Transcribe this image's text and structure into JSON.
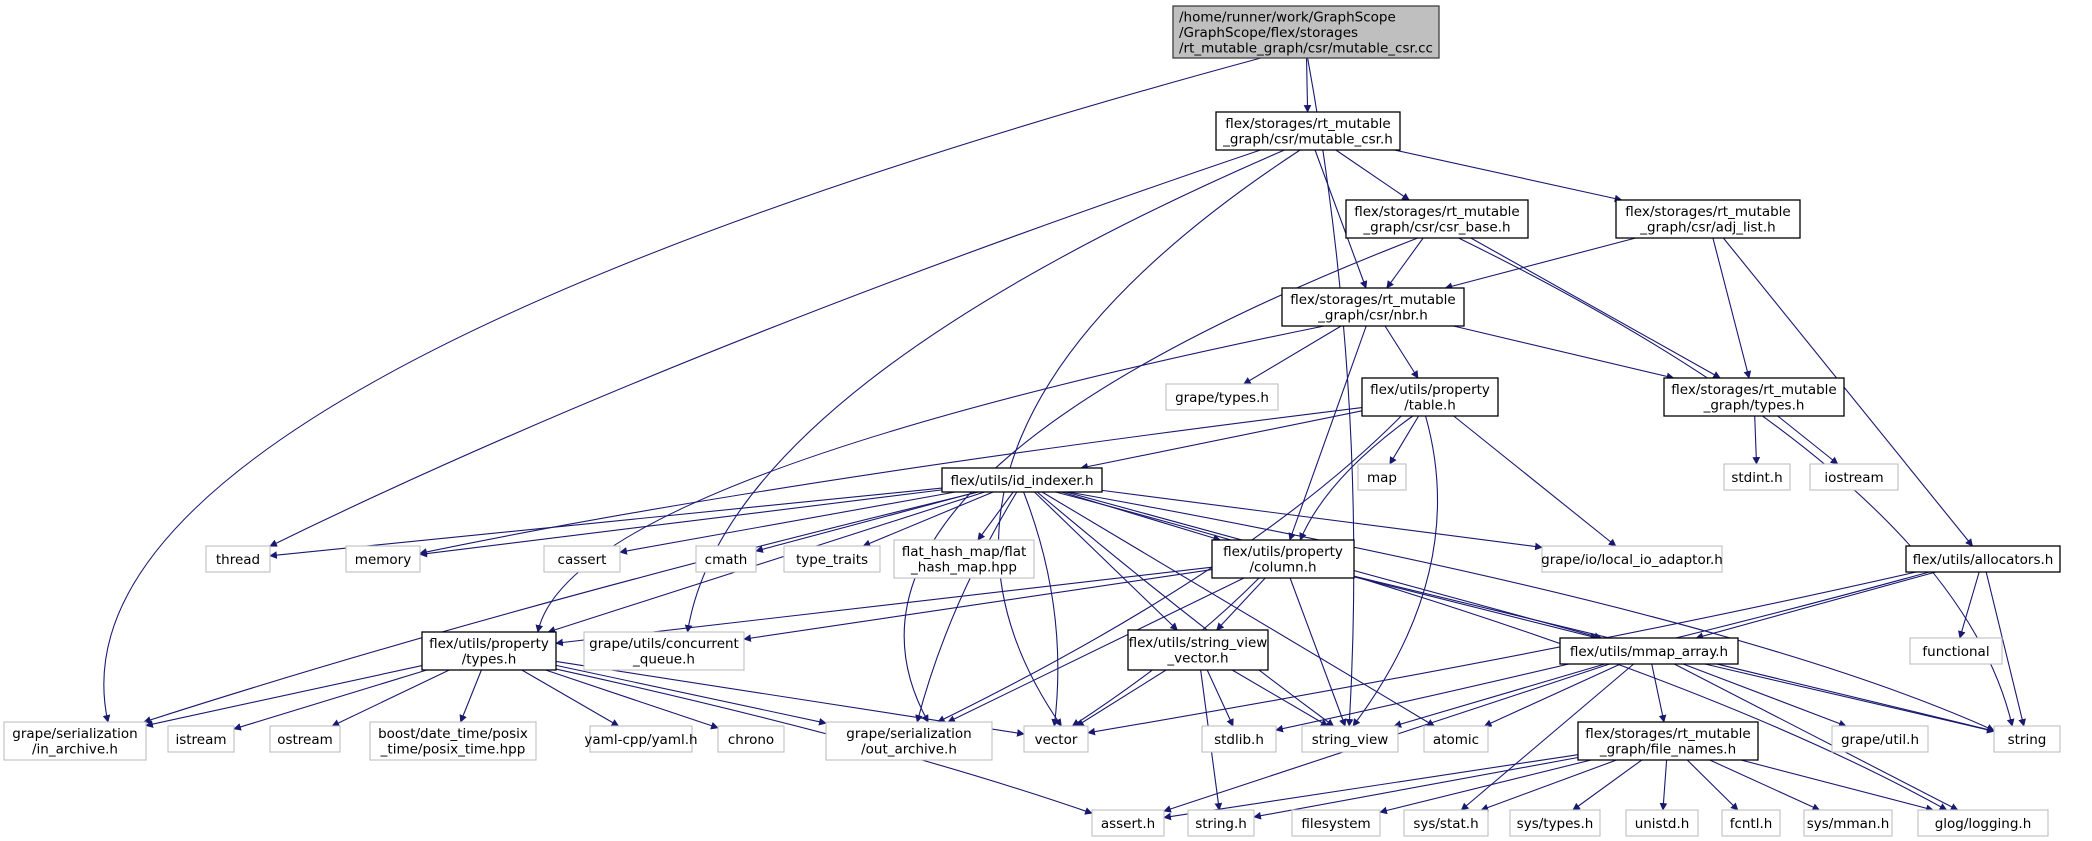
{
  "nodes": {
    "root": [
      "/home/runner/work/GraphScope",
      "/GraphScope/flex/storages",
      "/rt_mutable_graph/csr/mutable_csr.cc"
    ],
    "mutable_csr_h": [
      "flex/storages/rt_mutable",
      "_graph/csr/mutable_csr.h"
    ],
    "csr_base": [
      "flex/storages/rt_mutable",
      "_graph/csr/csr_base.h"
    ],
    "adj_list": [
      "flex/storages/rt_mutable",
      "_graph/csr/adj_list.h"
    ],
    "nbr": [
      "flex/storages/rt_mutable",
      "_graph/csr/nbr.h"
    ],
    "grape_types": [
      "grape/types.h"
    ],
    "prop_table": [
      "flex/utils/property",
      "/table.h"
    ],
    "rtm_types": [
      "flex/storages/rt_mutable",
      "_graph/types.h"
    ],
    "stdint": [
      "stdint.h"
    ],
    "iostream": [
      "iostream"
    ],
    "map": [
      "map"
    ],
    "id_indexer": [
      "flex/utils/id_indexer.h"
    ],
    "thread": [
      "thread"
    ],
    "memory": [
      "memory"
    ],
    "cassert": [
      "cassert"
    ],
    "cmath": [
      "cmath"
    ],
    "type_traits": [
      "type_traits"
    ],
    "flat_hash_map": [
      "flat_hash_map/flat",
      "_hash_map.hpp"
    ],
    "prop_column": [
      "flex/utils/property",
      "/column.h"
    ],
    "local_io": [
      "grape/io/local_io_adaptor.h"
    ],
    "allocators": [
      "flex/utils/allocators.h"
    ],
    "functional": [
      "functional"
    ],
    "prop_types": [
      "flex/utils/property",
      "/types.h"
    ],
    "concurrent_queue": [
      "grape/utils/concurrent",
      "_queue.h"
    ],
    "string_view_vector": [
      "flex/utils/string_view",
      "_vector.h"
    ],
    "mmap_array": [
      "flex/utils/mmap_array.h"
    ],
    "in_archive": [
      "grape/serialization",
      "/in_archive.h"
    ],
    "istream": [
      "istream"
    ],
    "ostream": [
      "ostream"
    ],
    "boost_posix": [
      "boost/date_time/posix",
      "_time/posix_time.hpp"
    ],
    "yaml": [
      "yaml-cpp/yaml.h"
    ],
    "chrono": [
      "chrono"
    ],
    "out_archive": [
      "grape/serialization",
      "/out_archive.h"
    ],
    "vector": [
      "vector"
    ],
    "stdlib": [
      "stdlib.h"
    ],
    "string_view": [
      "string_view"
    ],
    "atomic": [
      "atomic"
    ],
    "file_names": [
      "flex/storages/rt_mutable",
      "_graph/file_names.h"
    ],
    "grape_util": [
      "grape/util.h"
    ],
    "string": [
      "string"
    ],
    "assert": [
      "assert.h"
    ],
    "string_h": [
      "string.h"
    ],
    "filesystem": [
      "filesystem"
    ],
    "sys_stat": [
      "sys/stat.h"
    ],
    "sys_types": [
      "sys/types.h"
    ],
    "unistd": [
      "unistd.h"
    ],
    "fcntl": [
      "fcntl.h"
    ],
    "sys_mman": [
      "sys/mman.h"
    ],
    "glog": [
      "glog/logging.h"
    ]
  },
  "colors": {
    "edge": "#191970",
    "root_fill": "#bfbfbf",
    "external_border": "#bfbfbf",
    "internal_border": "#000000"
  }
}
